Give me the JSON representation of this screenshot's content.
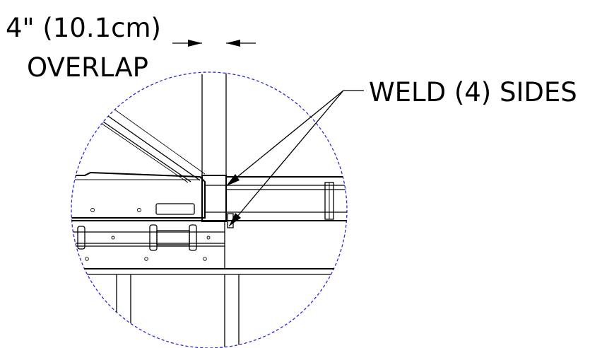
{
  "labels": {
    "overlap_line1": "4\" (10.1cm)",
    "overlap_line2": "OVERLAP",
    "weld": "WELD (4) SIDES"
  },
  "colors": {
    "detail_circle": "#2b2bd6",
    "ink": "#000000"
  }
}
